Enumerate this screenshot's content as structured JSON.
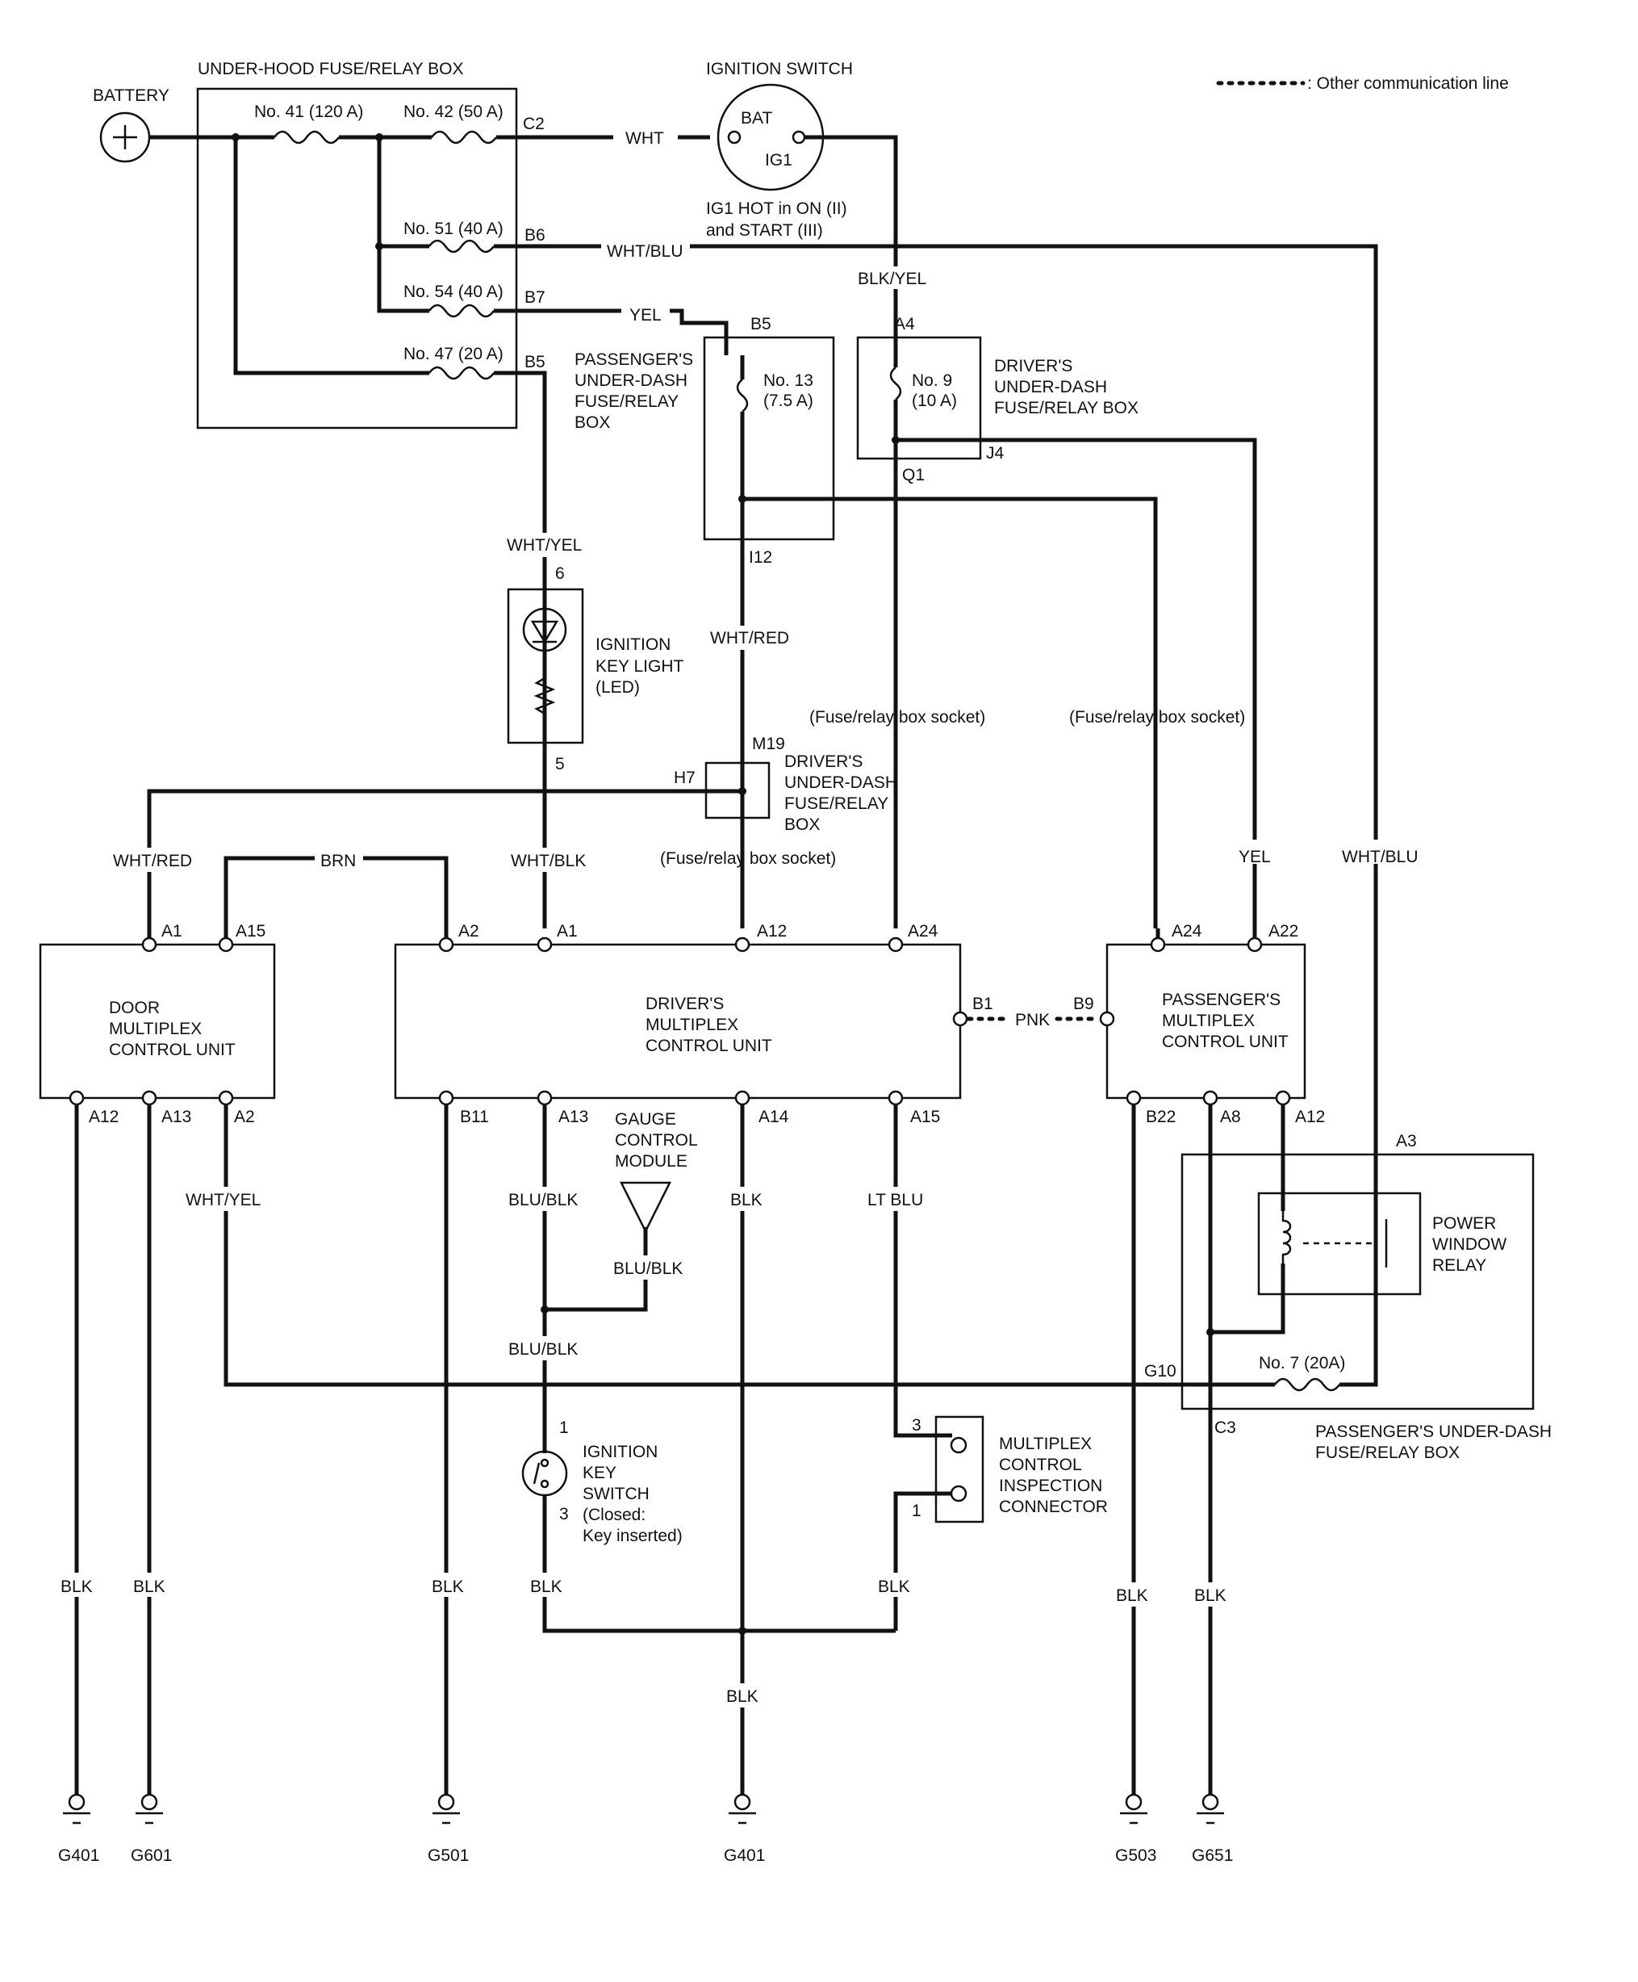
{
  "legend": {
    "text": ": Other communication line"
  },
  "battery": {
    "label": "BATTERY"
  },
  "under_hood_box": {
    "title": "UNDER-HOOD FUSE/RELAY BOX",
    "fuses": [
      "No. 41 (120 A)",
      "No. 42 (50 A)",
      "No. 51 (40 A)",
      "No. 54 (40 A)",
      "No. 47 (20 A)"
    ],
    "terminals": [
      "C2",
      "B6",
      "B7",
      "B5"
    ]
  },
  "ignition_switch": {
    "title": "IGNITION SWITCH",
    "terminals": [
      "BAT",
      "IG1"
    ],
    "note_line1": "IG1 HOT in ON (II)",
    "note_line2": "and START (III)"
  },
  "passenger_udb_top": {
    "lines": [
      "PASSENGER'S",
      "UNDER-DASH",
      "FUSE/RELAY",
      "BOX"
    ],
    "fuse": [
      "No. 13",
      "(7.5 A)"
    ],
    "terminals": [
      "B5",
      "I12"
    ]
  },
  "driver_udb_top": {
    "lines": [
      "DRIVER'S",
      "UNDER-DASH",
      "FUSE/RELAY BOX"
    ],
    "fuse": [
      "No. 9",
      "(10 A)"
    ],
    "terminals": [
      "A4",
      "Q1",
      "J4"
    ]
  },
  "driver_udb_mid": {
    "lines": [
      "DRIVER'S",
      "UNDER-DASH",
      "FUSE/RELAY",
      "BOX"
    ],
    "terminals": [
      "M19",
      "H7"
    ]
  },
  "ignition_key_light": {
    "lines": [
      "IGNITION",
      "KEY LIGHT",
      "(LED)"
    ],
    "pins": [
      "6",
      "5"
    ]
  },
  "socket_notes": [
    "(Fuse/relay box socket)",
    "(Fuse/relay box socket)",
    "(Fuse/relay box socket)"
  ],
  "wires": {
    "wht": "WHT",
    "wht_blu": "WHT/BLU",
    "yel": "YEL",
    "blk_yel": "BLK/YEL",
    "wht_yel": "WHT/YEL",
    "wht_red": "WHT/RED",
    "wht_blk": "WHT/BLK",
    "brn": "BRN",
    "pnk": "PNK",
    "blu_blk": "BLU/BLK",
    "blk": "BLK",
    "lt_blu": "LT BLU"
  },
  "door_unit": {
    "lines": [
      "DOOR",
      "MULTIPLEX",
      "CONTROL UNIT"
    ],
    "top_pins": [
      "A1",
      "A15"
    ],
    "bottom_pins": [
      "A12",
      "A13",
      "A2"
    ]
  },
  "driver_unit": {
    "lines": [
      "DRIVER'S",
      "MULTIPLEX",
      "CONTROL UNIT"
    ],
    "top_pins": [
      "A2",
      "A1",
      "A12",
      "A24"
    ],
    "side_pin": "B1",
    "bottom_pins": [
      "B11",
      "A13",
      "A14",
      "A15"
    ]
  },
  "passenger_unit": {
    "lines": [
      "PASSENGER'S",
      "MULTIPLEX",
      "CONTROL UNIT"
    ],
    "top_pins": [
      "A24",
      "A22"
    ],
    "side_pin": "B9",
    "bottom_pins": [
      "B22",
      "A8",
      "A12"
    ]
  },
  "gauge_module": {
    "lines": [
      "GAUGE",
      "CONTROL",
      "MODULE"
    ]
  },
  "power_window_relay": {
    "lines": [
      "POWER",
      "WINDOW",
      "RELAY"
    ],
    "terminals": [
      "A3",
      "G10",
      "C3"
    ],
    "fuse": "No. 7 (20A)"
  },
  "passenger_udb_bottom": {
    "lines": [
      "PASSENGER'S UNDER-DASH",
      "FUSE/RELAY BOX"
    ]
  },
  "ignition_key_switch": {
    "lines": [
      "IGNITION",
      "KEY",
      "SWITCH",
      "(Closed:",
      "Key inserted)"
    ],
    "pins": [
      "1",
      "3"
    ]
  },
  "inspection_connector": {
    "lines": [
      "MULTIPLEX",
      "CONTROL",
      "INSPECTION",
      "CONNECTOR"
    ],
    "pins": [
      "3",
      "1"
    ]
  },
  "grounds": [
    "G401",
    "G601",
    "G501",
    "G401",
    "G503",
    "G651"
  ]
}
